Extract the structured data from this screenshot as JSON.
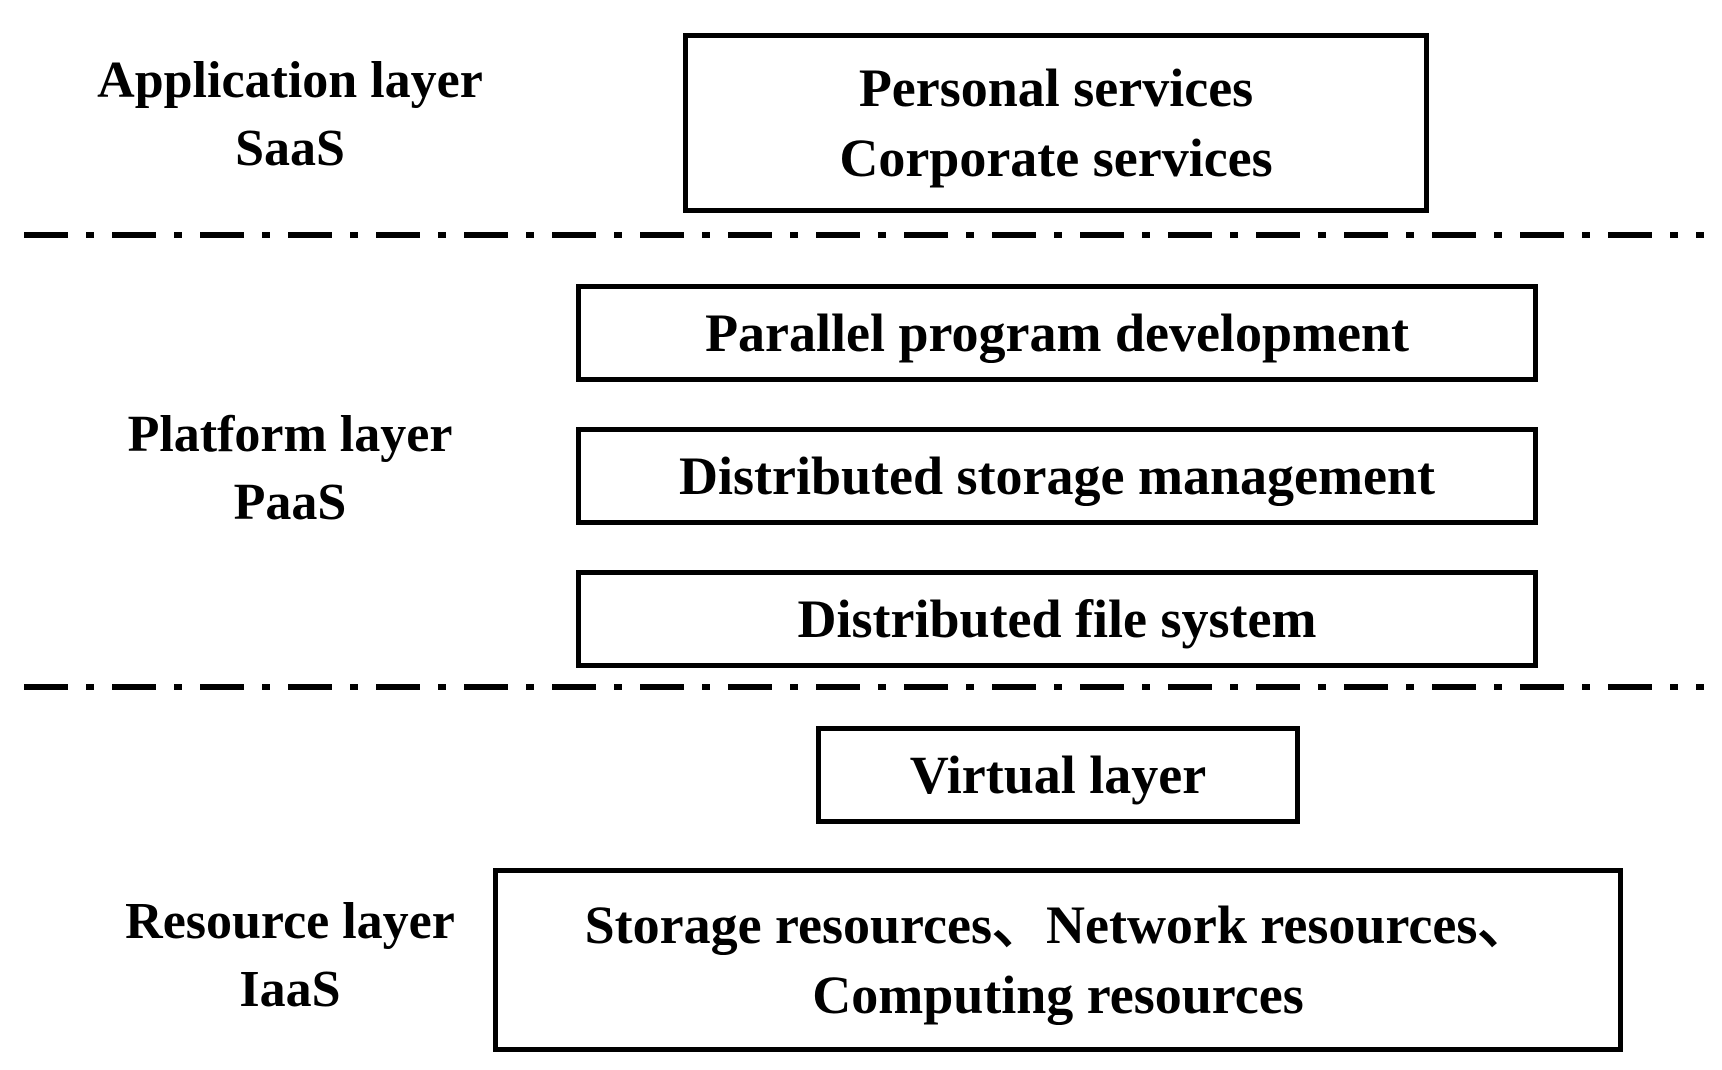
{
  "layers": {
    "application": {
      "name": "Application layer",
      "model": "SaaS"
    },
    "platform": {
      "name": "Platform layer",
      "model": "PaaS"
    },
    "resource": {
      "name": "Resource layer",
      "model": "IaaS"
    }
  },
  "boxes": {
    "services": {
      "line1": "Personal services",
      "line2": "Corporate services"
    },
    "parallel": "Parallel program development",
    "storage_mgmt": "Distributed storage management",
    "file_system": "Distributed file system",
    "virtual": "Virtual layer",
    "resources": {
      "line1": "Storage resources、Network resources、",
      "line2": "Computing resources"
    }
  }
}
